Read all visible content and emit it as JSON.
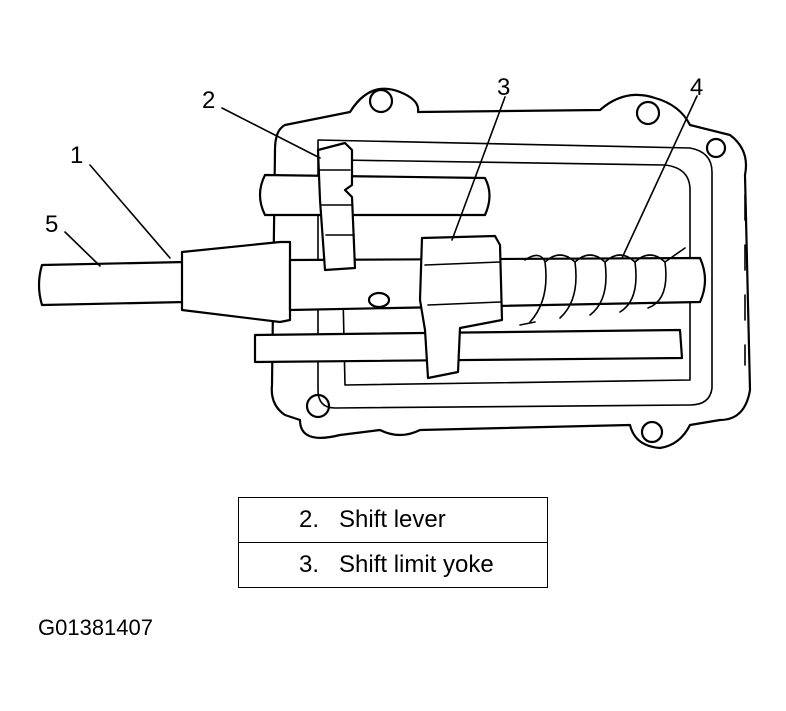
{
  "callouts": [
    {
      "id": "1",
      "label": "1"
    },
    {
      "id": "2",
      "label": "2"
    },
    {
      "id": "3",
      "label": "3"
    },
    {
      "id": "4",
      "label": "4"
    },
    {
      "id": "5",
      "label": "5"
    }
  ],
  "legend": [
    {
      "number": "2.",
      "text": "Shift lever"
    },
    {
      "number": "3.",
      "text": "Shift limit yoke"
    }
  ],
  "figure_id": "G01381407"
}
